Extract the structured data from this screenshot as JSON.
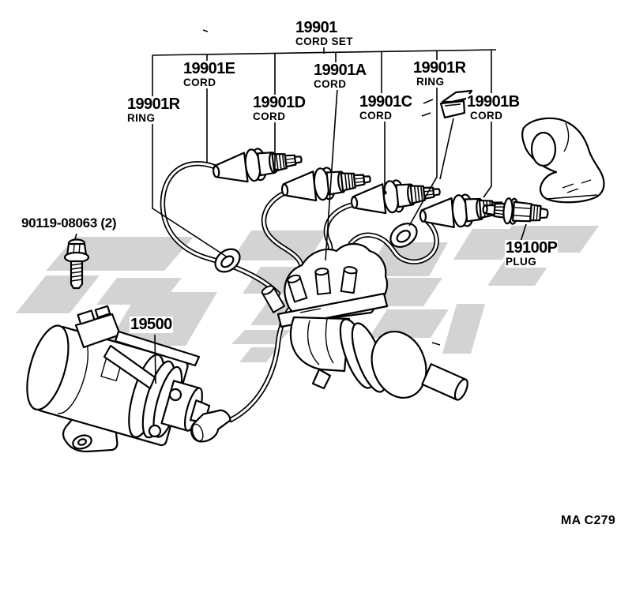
{
  "ink_color": "#000000",
  "watermark_color": "#d3d3d3",
  "labels": [
    {
      "id": "cord-set",
      "part": "19901",
      "desc": "CORD SET"
    },
    {
      "id": "cord-e",
      "part": "19901E",
      "desc": "CORD"
    },
    {
      "id": "cord-a",
      "part": "19901A",
      "desc": "CORD"
    },
    {
      "id": "ring-right",
      "part": "19901R",
      "desc": "RING"
    },
    {
      "id": "ring-left",
      "part": "19901R",
      "desc": "RING"
    },
    {
      "id": "cord-d",
      "part": "19901D",
      "desc": "CORD"
    },
    {
      "id": "cord-c",
      "part": "19901C",
      "desc": "CORD"
    },
    {
      "id": "cord-b",
      "part": "19901B",
      "desc": "CORD"
    },
    {
      "id": "bolt",
      "part": "90119-08063 (2)",
      "desc": ""
    },
    {
      "id": "coil",
      "part": "19500",
      "desc": ""
    },
    {
      "id": "plug",
      "part": "19100P",
      "desc": "PLUG"
    }
  ],
  "footer": {
    "code": "MA C279"
  }
}
